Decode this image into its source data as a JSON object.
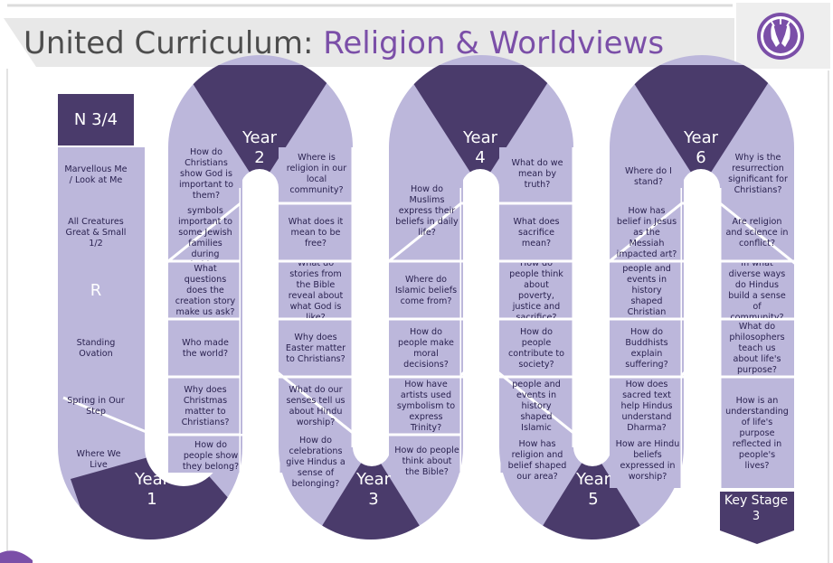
{
  "title": {
    "part1": "United Curriculum:",
    "part2": "Religion & Worldviews"
  },
  "logo": {
    "icon": "hands-holding-heart-icon"
  },
  "colors": {
    "dark": "#4a3b6b",
    "light": "#bcb7db",
    "accent": "#7b4fa8",
    "grey": "#e8e8e8"
  },
  "early_years": {
    "n_label": "N 3/4",
    "n_items": [
      "Marvellous Me / Look at Me",
      "All Creatures Great & Small 1/2"
    ],
    "r_label": "R",
    "r_items": [
      "Standing Ovation",
      "Spring in Our Step",
      "Where We Live"
    ]
  },
  "years": {
    "y1": {
      "label": "Year",
      "num": "1"
    },
    "y2": {
      "label": "Year",
      "num": "2"
    },
    "y3": {
      "label": "Year",
      "num": "3"
    },
    "y4": {
      "label": "Year",
      "num": "4"
    },
    "y5": {
      "label": "Year",
      "num": "5"
    },
    "y6": {
      "label": "Year",
      "num": "6"
    }
  },
  "col1": {
    "bottom": "How do people show they belong?",
    "items": [
      "Why does Christmas matter to Christians?",
      "Who made the world?",
      "What questions does the creation story make us ask?",
      "Why are symbols important to some Jewish families during Shabbat?"
    ],
    "top": "How do Christians show God is important to them?"
  },
  "col2": {
    "top": "Where is religion in our local community?",
    "items": [
      "What does it mean to be free?",
      "What do stories from the Bible reveal about what God is like?",
      "Why does Easter matter to Christians?",
      "What do our senses tell us about Hindu worship?"
    ],
    "bottom": "How do celebrations give Hindus a sense of belonging?"
  },
  "col3": {
    "bottom": "How do people think about the Bible?",
    "items": [
      "How have artists used symbolism to express Trinity?",
      "How do people make moral decisions?",
      "Where do Islamic beliefs come from?"
    ],
    "top": "How do Muslims express their beliefs in daily life?"
  },
  "col4": {
    "top": "What do we mean by truth?",
    "items": [
      "What does sacrifice mean?",
      "How do people think about poverty, justice and sacrifice?",
      "How do people contribute to society?",
      "How have people and events in history shaped Islamic diversity?"
    ],
    "bottom": "How has religion and belief shaped our area?"
  },
  "col5": {
    "bottom": "How are Hindu beliefs expressed in worship?",
    "items": [
      "How does sacred text help Hindus understand Dharma?",
      "How do Buddhists explain suffering?",
      "How have people and events in history shaped Christian diversity?",
      "How has belief in Jesus as the Messiah impacted art?"
    ],
    "top": "Where do I stand?"
  },
  "col6": {
    "top": "Why is the resurrection significant for Christians?",
    "items": [
      "Are religion and science in conflict?",
      "In what diverse ways do Hindus build a sense of community?",
      "What do philosophers teach us about life's purpose?",
      "How is an understanding of life's purpose reflected in people's lives?"
    ]
  },
  "key_stage": {
    "label": "Key Stage",
    "num": "3"
  }
}
